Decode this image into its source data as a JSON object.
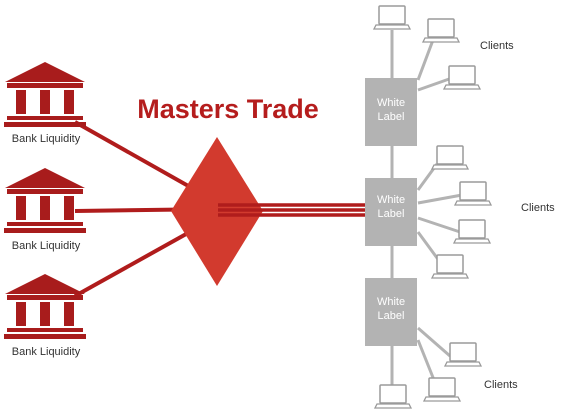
{
  "title": "Masters Trade",
  "banks": [
    {
      "label": "Bank Liquidity"
    },
    {
      "label": "Bank Liquidity"
    },
    {
      "label": "Bank Liquidity"
    }
  ],
  "white_labels": [
    {
      "line1": "White",
      "line2": "Label"
    },
    {
      "line1": "White",
      "line2": "Label"
    },
    {
      "line1": "White",
      "line2": "Label"
    }
  ],
  "client_groups": [
    {
      "label": "Clients"
    },
    {
      "label": "Clients"
    },
    {
      "label": "Clients"
    }
  ],
  "colors": {
    "bank_red": "#a81c1c",
    "diamond_red": "#d23a2e",
    "line_red": "#b01c1c",
    "box_gray": "#b3b3b3",
    "connector_gray": "#b3b3b3",
    "laptop_gray": "#9a9a9a",
    "title": "#b51d1d"
  },
  "icons": {
    "bank": "bank-icon",
    "laptop": "laptop-icon"
  }
}
